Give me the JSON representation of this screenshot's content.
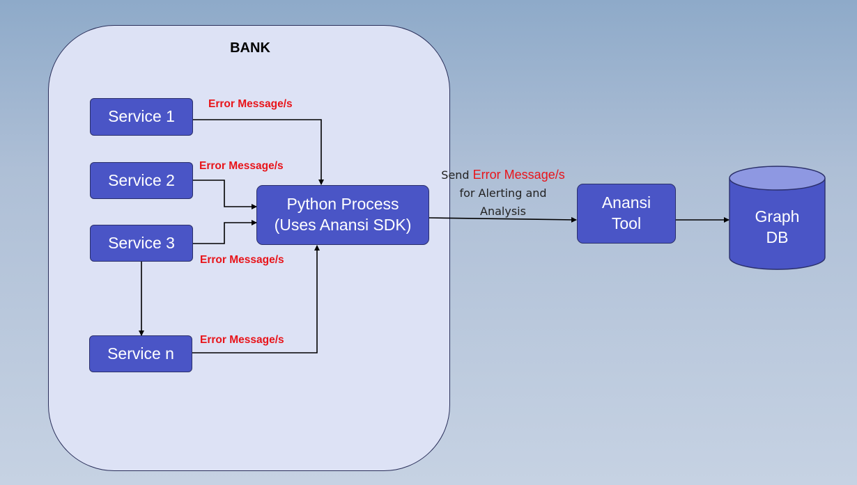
{
  "bank": {
    "title": "BANK"
  },
  "services": [
    {
      "label": "Service 1"
    },
    {
      "label": "Service 2"
    },
    {
      "label": "Service 3"
    },
    {
      "label": "Service n"
    }
  ],
  "error_labels": [
    "Error Message/s",
    "Error Message/s",
    "Error Message/s",
    "Error Message/s"
  ],
  "python_process": {
    "line1": "Python Process",
    "line2": "(Uses Anansi SDK)"
  },
  "send_label": {
    "prefix": "Send",
    "highlight": "Error Message/s",
    "line2": "for Alerting and",
    "line3": "Analysis"
  },
  "anansi_tool": {
    "line1": "Anansi",
    "line2": "Tool"
  },
  "graph_db": {
    "line1": "Graph",
    "line2": "DB"
  },
  "colors": {
    "box_fill": "#4a55c6",
    "bank_fill": "#dde2f5",
    "error_text": "#e8141a"
  }
}
